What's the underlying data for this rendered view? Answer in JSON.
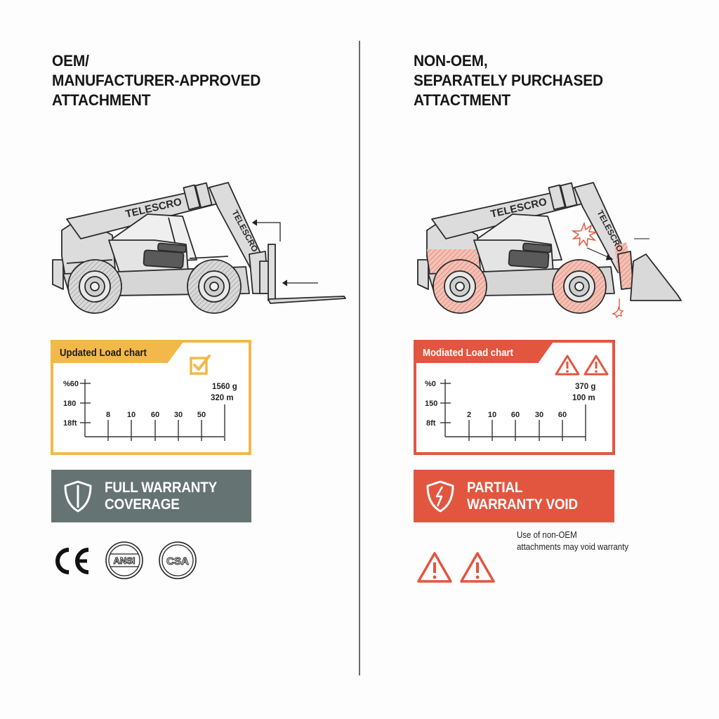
{
  "left_panel": {
    "title_lines": [
      "OEM/",
      "MANUFACTURER-APPROVED",
      "ATTACHMENT"
    ],
    "machine": {
      "boom_label": "TELESCRO",
      "arm_label": "TELESCRO",
      "attachment": "pallet-forks",
      "arrows": [
        "lift-arrow",
        "forward-arrow"
      ]
    },
    "load_chart": {
      "header": "Updated Load chart",
      "status_icon": "checkbox-checked-icon",
      "accent_color": "#f2b84a",
      "y_labels": [
        "%60",
        "180",
        "18ft"
      ],
      "x_labels": [
        "8",
        "10",
        "60",
        "30",
        "50"
      ],
      "capacity_lines": [
        "1560 g",
        "320 m"
      ]
    },
    "warranty": {
      "icon": "shield-icon",
      "lines": [
        "FULL WARRANTY",
        "COVERAGE"
      ],
      "color": "#667373"
    },
    "certifications": [
      "CE",
      "ANSI",
      "CSA"
    ]
  },
  "right_panel": {
    "title_lines": [
      "NON-OEM,",
      "SEPARATELY PURCHASED",
      "ATTACTMENT"
    ],
    "machine": {
      "boom_label": "TELESCRO",
      "arm_label": "TELESCRO",
      "attachment": "bucket",
      "stress_zones": [
        "front-chassis",
        "front-wheel",
        "rear-wheel",
        "attachment-coupler"
      ],
      "hazard_marks": [
        "stress-burst-icon",
        "stress-burst-icon"
      ]
    },
    "load_chart": {
      "header": "Modiated Load chart",
      "status_icons": [
        "warning-icon",
        "warning-icon"
      ],
      "accent_color": "#e2553f",
      "y_labels": [
        "%0",
        "150",
        "8ft"
      ],
      "x_labels": [
        "2",
        "10",
        "60",
        "30",
        "60"
      ],
      "capacity_lines": [
        "370 g",
        "100 m"
      ]
    },
    "warranty": {
      "icon": "shield-broken-icon",
      "lines": [
        "PARTIAL",
        "WARRANTY VOID"
      ],
      "color": "#e2553f"
    },
    "note_lines": [
      "Use of non-OEM",
      "attachments may void warranty"
    ],
    "warning_icons": [
      "warning-icon",
      "warning-icon"
    ]
  }
}
